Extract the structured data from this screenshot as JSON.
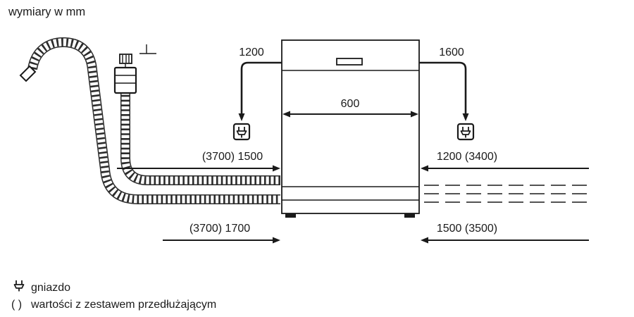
{
  "title": "wymiary w mm",
  "dimensions": {
    "socket_left_height": "1200",
    "socket_right_height": "1600",
    "appliance_width": "600",
    "inlet_hose_length": "(3700) 1500",
    "cord_right_length": "1200 (3400)",
    "drain_hose_length": "(3700) 1700",
    "cord_bottom_right_length": "1500 (3500)"
  },
  "legend": {
    "socket_label": "gniazdo",
    "extension_prefix": "( )",
    "extension_label": "wartości z zestawem przedłużającym"
  },
  "icons": {
    "socket": "plug-icon"
  },
  "colors": {
    "line": "#1a1a1a",
    "hose_ribs": "#2b2b2b",
    "background": "#ffffff"
  }
}
